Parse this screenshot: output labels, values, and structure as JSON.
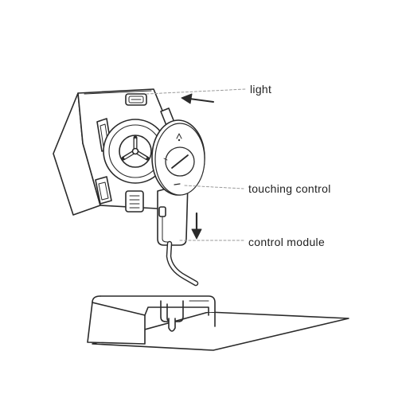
{
  "labels": {
    "light": "light",
    "touching_control": "touching control",
    "control_module": "control module"
  },
  "colors": {
    "line": "#2a2a2a",
    "leader": "#9a9a9a",
    "text": "#222222",
    "background": "#ffffff"
  },
  "icons": [
    "hexagon-light-panel",
    "control-disc",
    "power-cable",
    "mounting-base",
    "direction-arrow"
  ]
}
